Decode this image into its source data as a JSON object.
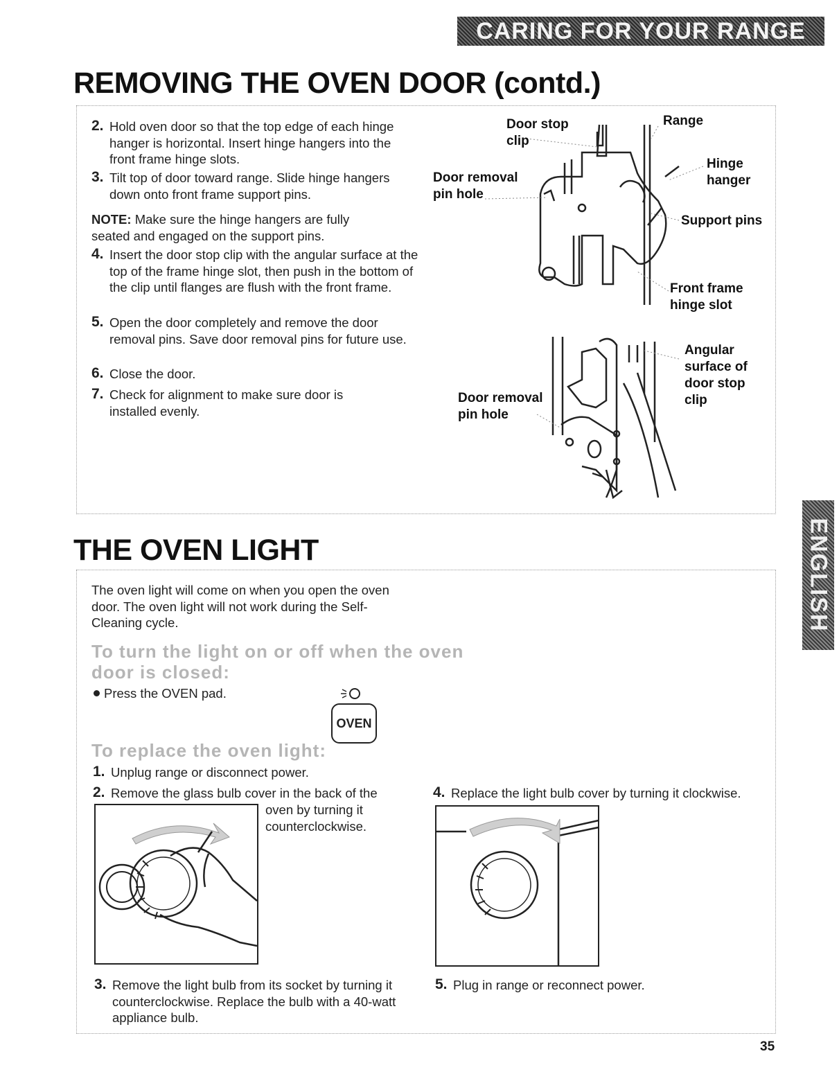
{
  "banner": {
    "text": "CARING FOR YOUR RANGE"
  },
  "side_tab": {
    "text": "ENGLISH"
  },
  "door_section": {
    "title": "REMOVING THE OVEN DOOR (contd.)",
    "steps": [
      {
        "number": "2.",
        "text": "Hold oven door so that the top edge of each hinge hanger is horizontal. Insert hinge hangers into the front frame hinge slots."
      },
      {
        "number": "3.",
        "text": "Tilt top of door toward range. Slide hinge hangers down onto front frame support pins."
      },
      {
        "number": "4.",
        "text": "Insert the door stop clip with the angular surface at the top of the frame hinge slot, then push in the bottom of the clip until flanges are flush with the front frame."
      },
      {
        "number": "5.",
        "text": "Open the door completely and remove the door removal pins. Save door removal pins for future use."
      },
      {
        "number": "6.",
        "text": "Close the door."
      },
      {
        "number": "7.",
        "text": "Check for alignment to make sure door is installed evenly."
      }
    ],
    "note": {
      "label": "NOTE:",
      "text": " Make sure the hinge hangers are fully seated and engaged on the support pins."
    },
    "diagram_labels": {
      "door_stop_clip": [
        "Door stop",
        "clip"
      ],
      "range": "Range",
      "door_removal_pin_hole_1": [
        "Door removal",
        "pin hole"
      ],
      "hinge_hanger": [
        "Hinge",
        "hanger"
      ],
      "support_pins": "Support pins",
      "front_frame_hinge_slot": [
        "Front frame",
        "hinge slot"
      ],
      "angular_surface": [
        "Angular",
        "surface of",
        "door stop",
        "clip"
      ],
      "door_removal_pin_hole_2": [
        "Door removal",
        "pin hole"
      ]
    }
  },
  "light_section": {
    "title": "THE OVEN LIGHT",
    "intro": "The oven light will come on when you open the oven door. The oven light will not work during the Self-Cleaning cycle.",
    "sub1": [
      "To turn the light on or off when the oven",
      "door is closed:"
    ],
    "bullet": "Press the OVEN pad.",
    "oven_pad_label": "OVEN",
    "sub2": "To replace the oven light:",
    "step1": {
      "number": "1.",
      "text": "Unplug range or disconnect power."
    },
    "step2": {
      "number": "2.",
      "text_a": "Remove the glass bulb cover in the back of the",
      "text_b": [
        "oven by turning it",
        "counterclockwise."
      ]
    },
    "step3": {
      "number": "3.",
      "text": "Remove the light bulb from its socket by turning it counterclockwise. Replace the bulb with a 40-watt appliance bulb."
    },
    "step4": {
      "number": "4.",
      "text": "Replace the light bulb cover by turning it clockwise."
    },
    "step5": {
      "number": "5.",
      "text": "Plug in range or reconnect power."
    }
  },
  "page_number": "35"
}
